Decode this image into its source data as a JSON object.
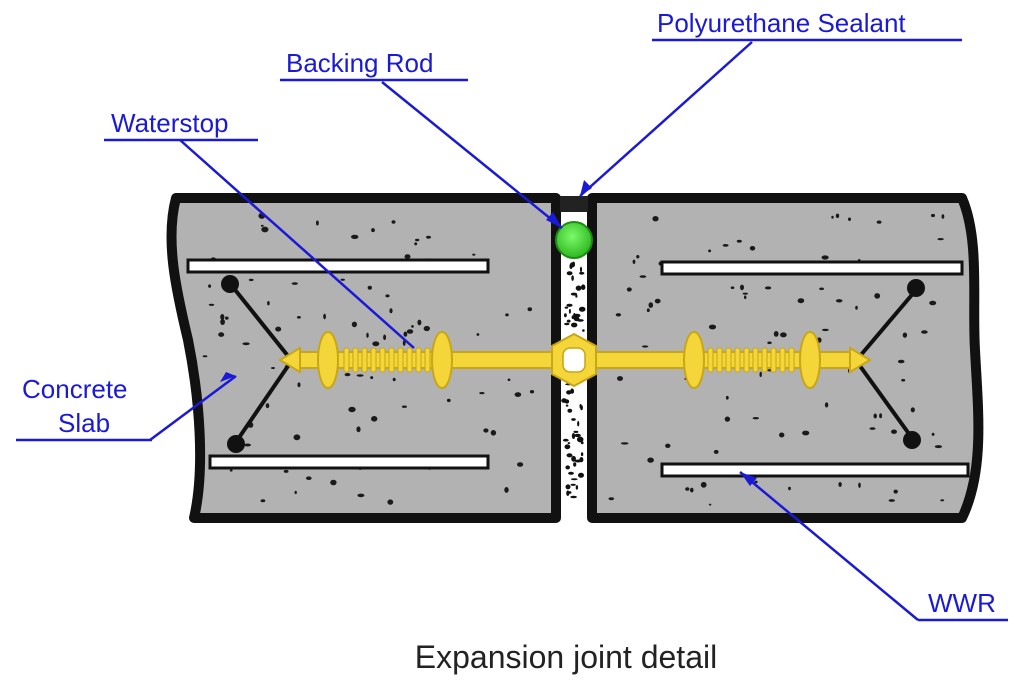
{
  "labels": {
    "polyurethane_sealant": "Polyurethane Sealant",
    "backing_rod": "Backing Rod",
    "waterstop": "Waterstop",
    "concrete_line1": "Concrete",
    "concrete_line2": "Slab",
    "wwr": "WWR"
  },
  "caption": "Expansion joint detail",
  "colors": {
    "label_blue": "#1a1ad6",
    "concrete_gray": "#b2b2b2",
    "waterstop_yellow": "#f4d53a",
    "backing_rod_green": "#3ccf2e",
    "outline_black": "#111111"
  }
}
